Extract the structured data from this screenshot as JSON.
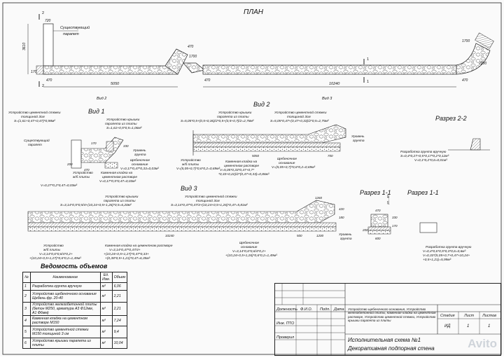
{
  "plan": {
    "title": "ПЛАН",
    "section_marks": [
      "1",
      "1",
      "2",
      "2"
    ],
    "existing_parapet": "Существующий\nпарапет",
    "dims": {
      "left_height": "3610",
      "left_top": "720",
      "left_small": "170",
      "left_470": "470",
      "left_length": "5050",
      "mid_470a": "470",
      "mid_1700a": "1700",
      "mid_470b": "470",
      "right_length": "10240",
      "right_1700": "1700",
      "right_2200": "2200",
      "right_470": "470"
    },
    "view_marks": [
      "Вид 2",
      "Вид 3"
    ]
  },
  "view1": {
    "title": "Вид 1",
    "callout1": "Устройство цементной стяжки\nтолщиной 3см\nS=(1,61+0,47+0,47)*0,98м²",
    "callout2": "Устройство крышки парапета из плиты\nS=1,61+0,5*0,5=1,06м²",
    "parapet_label": "Существующий\nпарапет",
    "soil_label": "Уровень\nгрунта",
    "gravel_label": "Щебеночное\nоснование\nV=0,17*0,47*0,33=0,03м³",
    "device_label": "Устройство\nж/б плиты\nV=0,27*0,2*0,47=0,03м³",
    "masonry_label": "Каменная кладка на\nцементном растворе\nV=0,27*0,2*0,47=0,03м³",
    "dims": [
      "470",
      "170",
      "200",
      "330",
      "40"
    ]
  },
  "view2": {
    "title": "Вид 2",
    "callout1": "Устройство крышки\nпарапета из плиты\nS=5,05*0,5+(0,5+0,36)/2*0,5+(0,5+0,7)/2=2,78м²",
    "callout2": "Устройство цементной стяжки\nтолщиной 3см\nS=5,05*0,47+(0,47+0,33)/2*0,5+(0,5+0,7)/2=2,75м²",
    "soil_label": "Уровень\nгрунта",
    "device_label": "Устройство\nж/б плиты\nV=(5,05+0,7)*0,6*0,2=0,69м³",
    "masonry_label": "Каменная кладка на\nцементном растворе\nV=5,05*0,33*0,47+0,7*\n*0,33+0,22)/2*(0,47+0,33)=0,86м³",
    "gravel_label": "Щебеночное\nоснование\nV=(5,05+0,7)*0,6*0,2=0,69м³",
    "dims": [
      "5050",
      "700"
    ]
  },
  "view3": {
    "title": "Вид 3",
    "callout1": "Устройство крышки\nпарапета из плиты\nS=3,14*0,5*0,5/4+(10,24+0,5+1,26)*0,5=6,20м²",
    "callout2": "Устройство цементной стяжки\nтолщиной 3см\nS=3,14*0,47*0,47/4+(10,24+0,5+1,26)*0,47=5,81м²",
    "device_label": "Устройство\nж/б плиты\nV=3,14*0,6*0,6/4*0,2+\n+(10,24+0,5+1,27)*0,6*0,2=1,49м³",
    "masonry_label": "Каменная кладка на цементном растворе\nV=3,14*0,47*0,47/4+\n+(10,24+0,5+1,27)*0,47*0,33+\n+(0,38*0,5+1,21)*0,47=6,35м³",
    "gravel_label": "Щебеночное\nоснование\nV=3,14*0,6*0,6/4*0,2+\n+(10,24+0,5+1,26)*0,6*0,2=1,49м³",
    "soil_label": "Уровень\nгрунта",
    "dims": [
      "10240",
      "500",
      "1200",
      "1260",
      "420",
      "180"
    ]
  },
  "section11": {
    "title": "Разрез 1-1",
    "dims": [
      "20...40",
      "470",
      "330",
      "600",
      "170",
      "200",
      "30"
    ]
  },
  "section11b": {
    "title": "Разрез 1-1",
    "label": "Разработка грунта вручную\nV=0,4*0,6*0,5*0,3*0,6=0,6м³\nV=0,33*(5,05+0,7+0,47+10,24+\n+0,5+1,21)=5,99м³"
  },
  "section22": {
    "title": "Разрез 2-2",
    "label": "Разработка грунта вручную\nS=0,4*0,27+0,5*0,17*0,2*0,12м³\nV=0,1*0,2*0,6=0,01м³"
  },
  "volumes": {
    "title": "Ведомость объемов",
    "headers": [
      "№",
      "Наименование",
      "Ед. Изм.",
      "Объем"
    ],
    "rows": [
      [
        "1",
        "Разработка грунта вручную",
        "м³",
        "6,06"
      ],
      [
        "2",
        "Устройство щебеночного основания Щебень фр. 20-40",
        "м³",
        "2,21"
      ],
      [
        "3",
        "Устройство железобетонной плиты (бетон М250, арматура А3 Ф12мм, А1 Ф6мм)",
        "м³",
        "2,21"
      ],
      [
        "4",
        "Каменная кладка на цементном растворе М150",
        "м³",
        "7,24"
      ],
      [
        "5",
        "Устройство цементной стяжки М150 толщиной 3 см",
        "м²",
        "9,4"
      ],
      [
        "6",
        "Устройство крышки парапета из плиты",
        "м²",
        "10,04"
      ]
    ]
  },
  "stamp": {
    "description": "Устройство щебеночного основания, Устройство железобетонной плиты, Каменная кладка на цементном растворе, Устройство цементной стяжки, Устройство крышки парапета из плиты",
    "col_headers": [
      "Должность",
      "Ф.И.О.",
      "Подп.",
      "Дата"
    ],
    "rows": [
      "Инж. ПТО",
      "Проверил"
    ],
    "stage_headers": [
      "Стадия",
      "Лист",
      "Листов"
    ],
    "stage_values": [
      "ИД",
      "1",
      "1"
    ],
    "title1": "Исполнительная схема №1",
    "title2": "Декоративная подпорная стена"
  },
  "watermark": "Avito"
}
